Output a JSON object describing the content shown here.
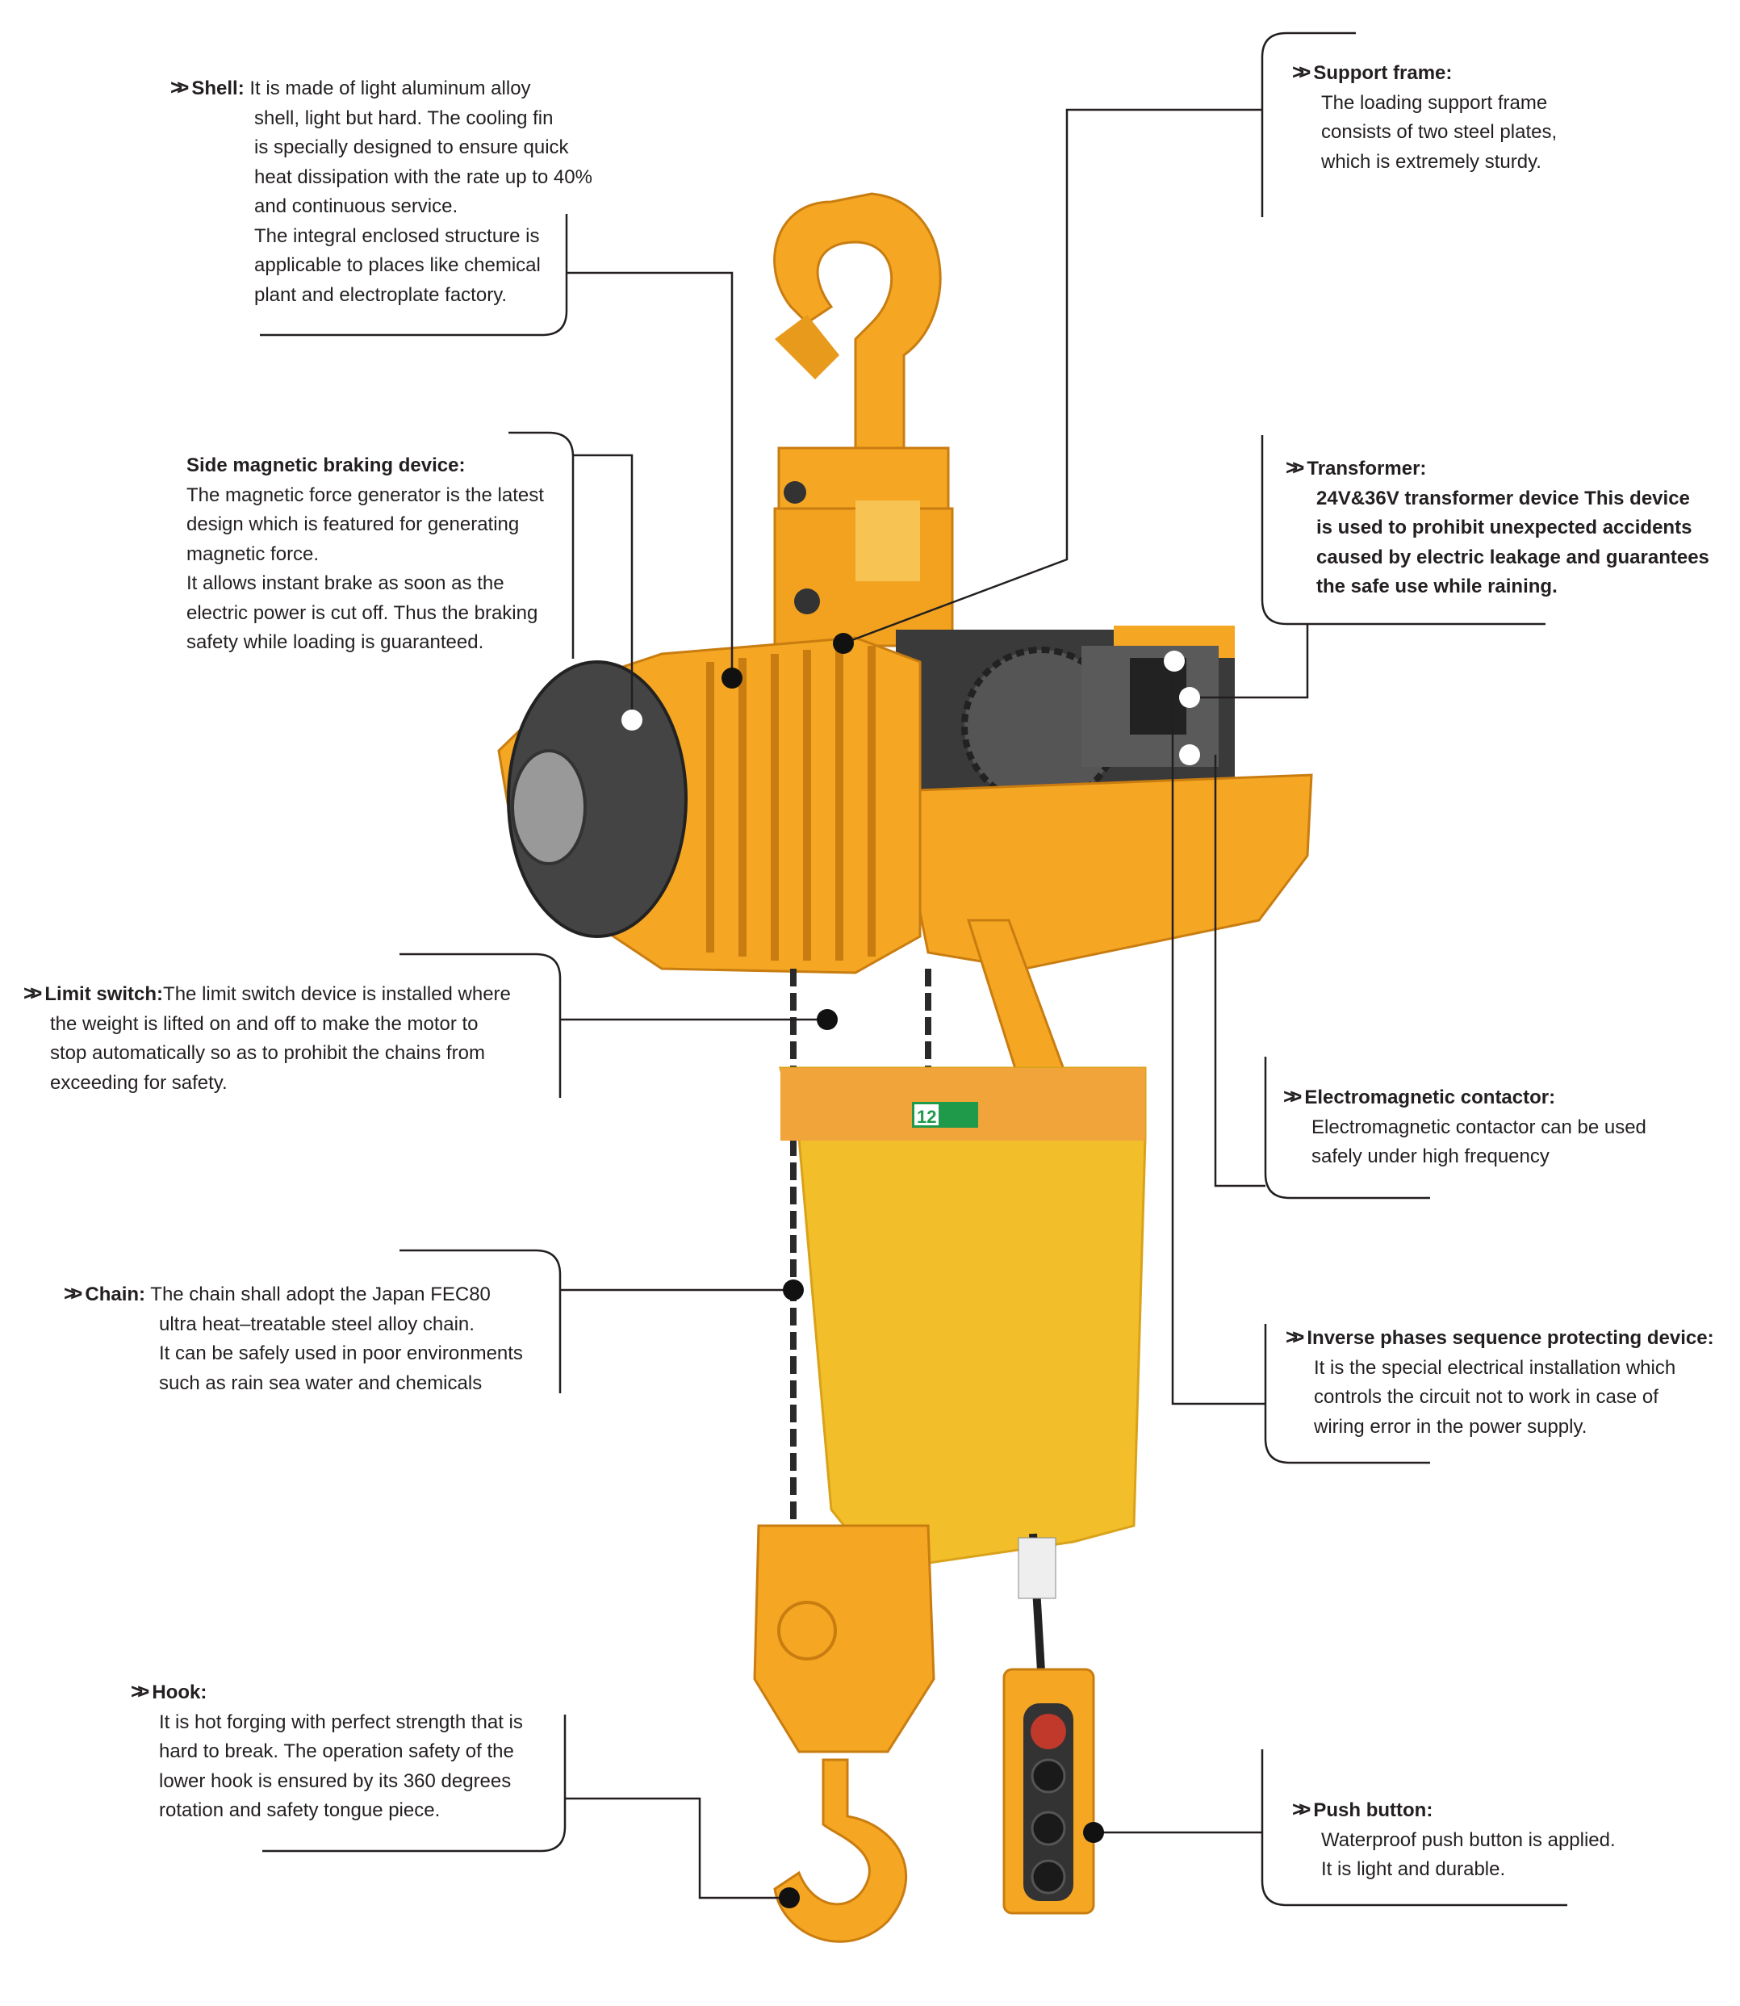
{
  "colors": {
    "hoist": "#f5a623",
    "hoist_dark": "#c97d10",
    "bag": "#f2bf2a",
    "line": "#231f20",
    "tag_green": "#1f9a4a"
  },
  "tag_number": "12",
  "callouts": {
    "shell": {
      "title": "Shell:",
      "lines": [
        "It is made of light aluminum alloy",
        "shell, light but hard. The cooling fin",
        "is specially designed to ensure quick",
        "heat dissipation with the rate up to 40%",
        "and continuous service.",
        "The integral enclosed structure is",
        "applicable to places like chemical",
        "plant and electroplate factory."
      ]
    },
    "brake": {
      "title": "Side magnetic braking device:",
      "lines": [
        "The magnetic force generator is the latest",
        "design which is featured for generating",
        "magnetic force.",
        "It allows instant brake as soon as the",
        "electric power is cut off. Thus the braking",
        "safety while loading is guaranteed."
      ]
    },
    "limit": {
      "title": "Limit switch:",
      "lines": [
        "The limit switch device is installed where",
        "the weight is lifted on and off to make the motor to",
        "stop automatically so as to prohibit the chains from",
        "exceeding for safety."
      ]
    },
    "chain": {
      "title": "Chain:",
      "lines": [
        "The chain shall adopt the Japan FEC80",
        "ultra heat–treatable steel alloy chain.",
        "It can be safely used in poor environments",
        "such as rain sea water and chemicals"
      ]
    },
    "hook": {
      "title": "Hook:",
      "lines": [
        "It is hot forging with perfect strength that is",
        "hard to break. The operation safety of the",
        "lower hook is ensured by its 360 degrees",
        "rotation and safety tongue piece."
      ]
    },
    "support": {
      "title": "Support frame:",
      "lines": [
        "The loading support frame",
        "consists of two steel plates,",
        "which is extremely sturdy."
      ]
    },
    "transformer": {
      "title": "Transformer:",
      "lines": [
        "24V&36V transformer device This device",
        "is used to prohibit unexpected accidents",
        "caused by electric leakage and guarantees",
        "the safe use while raining."
      ]
    },
    "contactor": {
      "title": "Electromagnetic contactor:",
      "lines": [
        "Electromagnetic contactor can be used",
        "safely under high frequency"
      ]
    },
    "inverse": {
      "title": "Inverse phases sequence protecting device:",
      "lines": [
        "It is the special electrical installation which",
        "controls the circuit not to work in case of",
        "wiring error in the power supply."
      ]
    },
    "push": {
      "title": "Push button:",
      "lines": [
        "Waterproof push button is applied.",
        "It is light and durable."
      ]
    }
  }
}
